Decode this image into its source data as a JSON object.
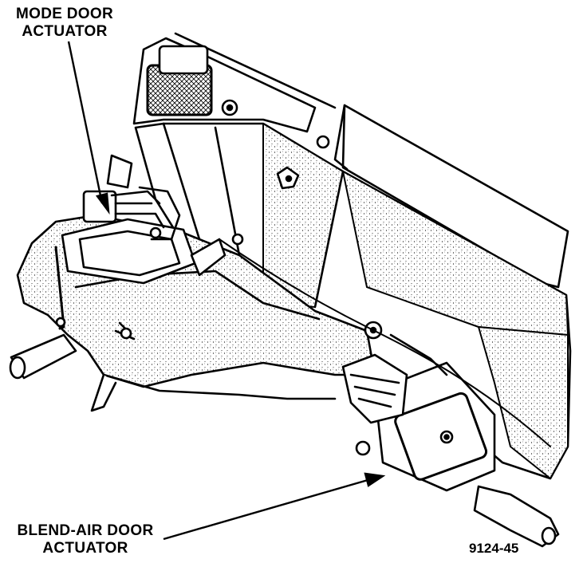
{
  "labels": {
    "mode_door_actuator": [
      "MODE DOOR",
      "ACTUATOR"
    ],
    "blend_air_door_actuator": [
      "BLEND-AIR DOOR",
      "ACTUATOR"
    ],
    "figure_number": "9124-45"
  },
  "colors": {
    "ink": "#000000",
    "paper": "#ffffff"
  }
}
